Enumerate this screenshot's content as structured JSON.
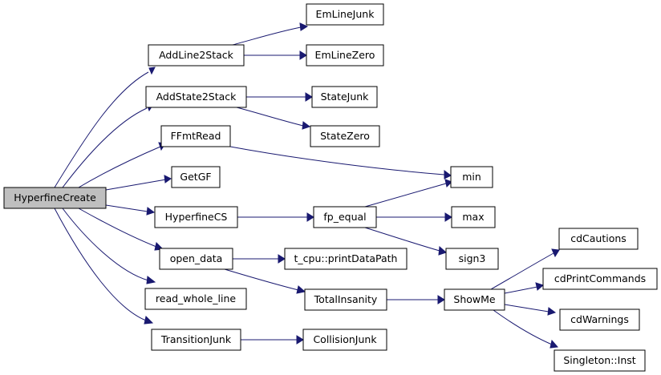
{
  "graph": {
    "root": "HyperfineCreate",
    "nodes": {
      "HyperfineCreate": "HyperfineCreate",
      "AddLine2Stack": "AddLine2Stack",
      "AddState2Stack": "AddState2Stack",
      "FFmtRead": "FFmtRead",
      "GetGF": "GetGF",
      "HyperfineCS": "HyperfineCS",
      "open_data": "open_data",
      "read_whole_line": "read_whole_line",
      "TransitionJunk": "TransitionJunk",
      "EmLineJunk": "EmLineJunk",
      "EmLineZero": "EmLineZero",
      "StateJunk": "StateJunk",
      "StateZero": "StateZero",
      "min": "min",
      "fp_equal": "fp_equal",
      "max": "max",
      "sign3": "sign3",
      "t_cpu_printDataPath": "t_cpu::printDataPath",
      "TotalInsanity": "TotalInsanity",
      "CollisionJunk": "CollisionJunk",
      "ShowMe": "ShowMe",
      "cdCautions": "cdCautions",
      "cdPrintCommands": "cdPrintCommands",
      "cdWarnings": "cdWarnings",
      "Singleton_Inst": "Singleton::Inst"
    },
    "edges": [
      [
        "HyperfineCreate",
        "AddLine2Stack"
      ],
      [
        "HyperfineCreate",
        "AddState2Stack"
      ],
      [
        "HyperfineCreate",
        "FFmtRead"
      ],
      [
        "HyperfineCreate",
        "GetGF"
      ],
      [
        "HyperfineCreate",
        "HyperfineCS"
      ],
      [
        "HyperfineCreate",
        "open_data"
      ],
      [
        "HyperfineCreate",
        "read_whole_line"
      ],
      [
        "HyperfineCreate",
        "TransitionJunk"
      ],
      [
        "AddLine2Stack",
        "EmLineJunk"
      ],
      [
        "AddLine2Stack",
        "EmLineZero"
      ],
      [
        "AddState2Stack",
        "StateJunk"
      ],
      [
        "AddState2Stack",
        "StateZero"
      ],
      [
        "FFmtRead",
        "min"
      ],
      [
        "HyperfineCS",
        "fp_equal"
      ],
      [
        "fp_equal",
        "min"
      ],
      [
        "fp_equal",
        "max"
      ],
      [
        "fp_equal",
        "sign3"
      ],
      [
        "open_data",
        "t_cpu_printDataPath"
      ],
      [
        "open_data",
        "TotalInsanity"
      ],
      [
        "TotalInsanity",
        "ShowMe"
      ],
      [
        "TransitionJunk",
        "CollisionJunk"
      ],
      [
        "ShowMe",
        "cdCautions"
      ],
      [
        "ShowMe",
        "cdPrintCommands"
      ],
      [
        "ShowMe",
        "cdWarnings"
      ],
      [
        "ShowMe",
        "Singleton_Inst"
      ]
    ],
    "colors": {
      "edge": "#191970",
      "node_border": "#000000",
      "node_fill": "#ffffff",
      "root_fill": "#bfbfbf"
    }
  }
}
